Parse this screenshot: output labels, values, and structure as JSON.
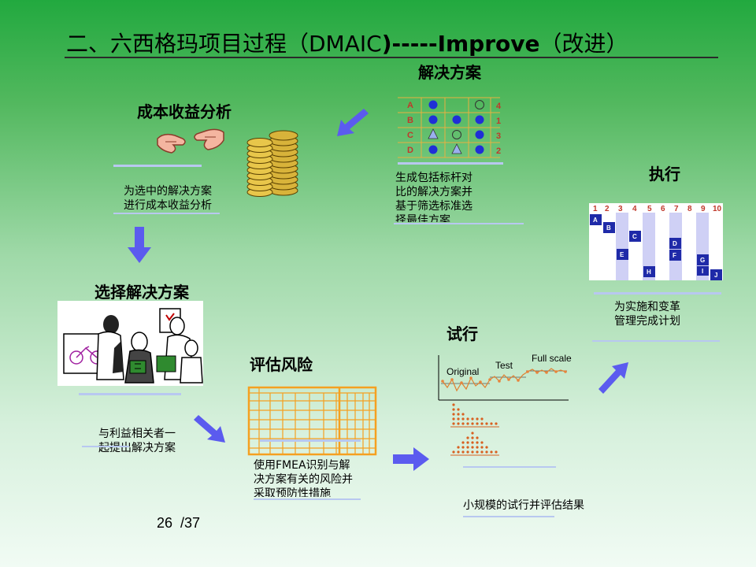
{
  "title": {
    "prefix": "二、六西格玛项目过程（DMAIC",
    "bold": ")-----Improve",
    "suffix": "（改进）"
  },
  "sections": {
    "solutions": {
      "heading": "解决方案",
      "caption": [
        "生成包括标杆对",
        "比的解决方案并",
        "基于筛选标准选",
        "择最佳方案"
      ],
      "matrix": {
        "row_labels": [
          "A",
          "B",
          "C",
          "D"
        ],
        "scores": [
          "4",
          "1",
          "3",
          "2"
        ]
      }
    },
    "cost_benefit": {
      "heading": "成本收益分析",
      "caption": [
        "为选中的解决方案",
        "进行成本收益分析"
      ]
    },
    "choose": {
      "heading": "选择解决方案",
      "caption": [
        "与利益相关者一",
        "起提出解决方案"
      ]
    },
    "risk": {
      "heading": "评估风险",
      "caption": [
        "使用FMEA识别与解",
        "决方案有关的风险并",
        "采取预防性措施"
      ]
    },
    "pilot": {
      "heading": "试行",
      "caption": "小规模的试行并评估结果",
      "chart_labels": [
        "Original",
        "Test",
        "Full scale"
      ]
    },
    "execute": {
      "heading": "执行",
      "caption": [
        "为实施和变革",
        "管理完成计划"
      ],
      "gantt": {
        "columns": [
          "1",
          "2",
          "3",
          "4",
          "5",
          "6",
          "7",
          "8",
          "9",
          "10"
        ],
        "tasks": [
          "A",
          "B",
          "C",
          "D",
          "E",
          "F",
          "G",
          "H",
          "I",
          "J"
        ]
      }
    }
  },
  "pager": {
    "current": "26",
    "total": "/37"
  },
  "colors": {
    "arrow": "#5b5bef",
    "orange": "#f5a020",
    "dark_red": "#c0392b",
    "dot_blue": "#1f2fd6"
  }
}
